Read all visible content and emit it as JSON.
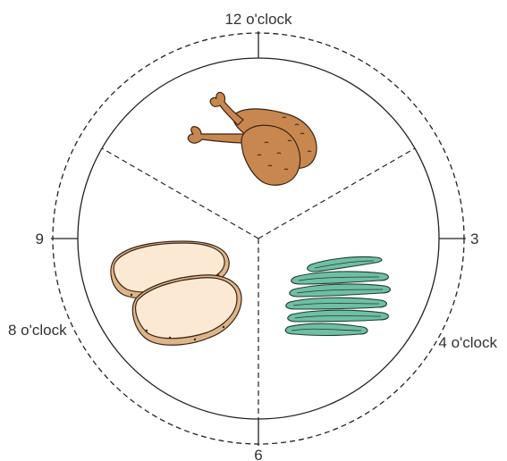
{
  "labels": {
    "twelve": "12 o'clock",
    "three": "3",
    "six": "6",
    "nine": "9",
    "four": "4 o'clock",
    "eight": "8 o'clock"
  },
  "food": {
    "top": "chicken-drumsticks",
    "bottom_left": "potatoes",
    "bottom_right": "green-beans"
  },
  "colors": {
    "chicken": "#c8874f",
    "potato": "#fbe9d3",
    "beans": "#6fbfa3",
    "lines": "#222222"
  }
}
